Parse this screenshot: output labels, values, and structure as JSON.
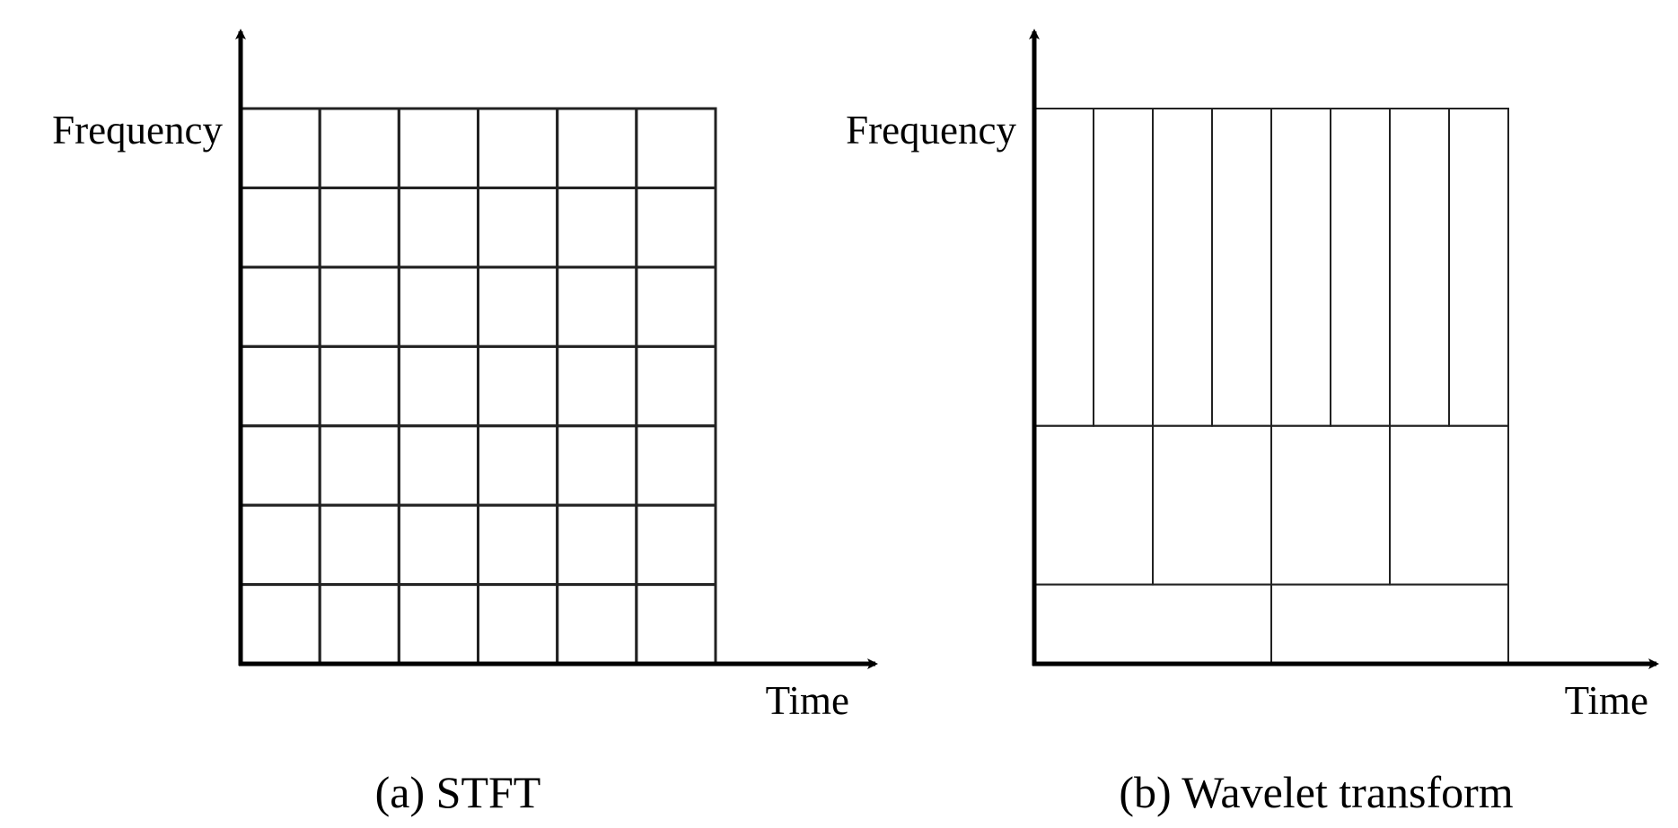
{
  "panels": [
    {
      "id": "stft",
      "y_label": "Frequency",
      "x_label": "Time",
      "caption": "(a) STFT",
      "tiling": {
        "columns": 6,
        "rows": 7
      }
    },
    {
      "id": "wavelet",
      "y_label": "Frequency",
      "x_label": "Time",
      "caption": "(b) Wavelet transform",
      "tiling_bands": [
        {
          "band": "high",
          "cells": 8
        },
        {
          "band": "mid",
          "cells": 4
        },
        {
          "band": "low",
          "cells": 2
        }
      ]
    }
  ]
}
